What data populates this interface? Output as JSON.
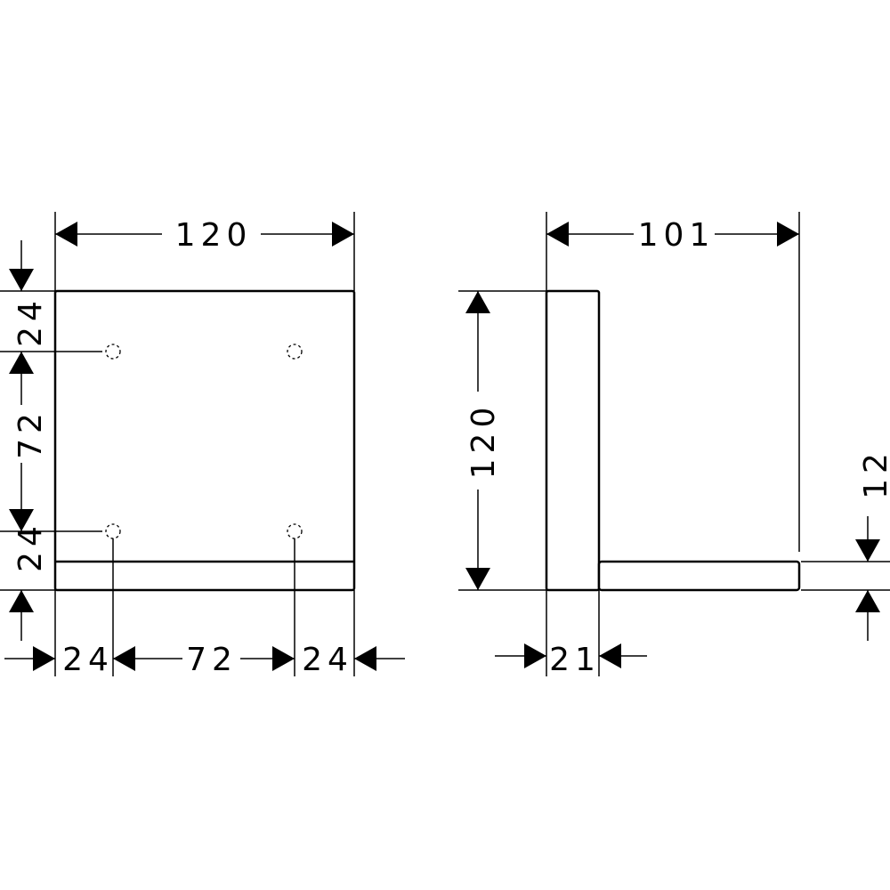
{
  "front_view": {
    "width_label": "120",
    "left_dims": [
      "24",
      "72",
      "24"
    ],
    "bottom_dims": [
      "24",
      "72",
      "24"
    ]
  },
  "side_view": {
    "depth_label": "101",
    "height_label": "120",
    "plate_thickness_label": "21",
    "shelf_thickness_label": "12"
  }
}
